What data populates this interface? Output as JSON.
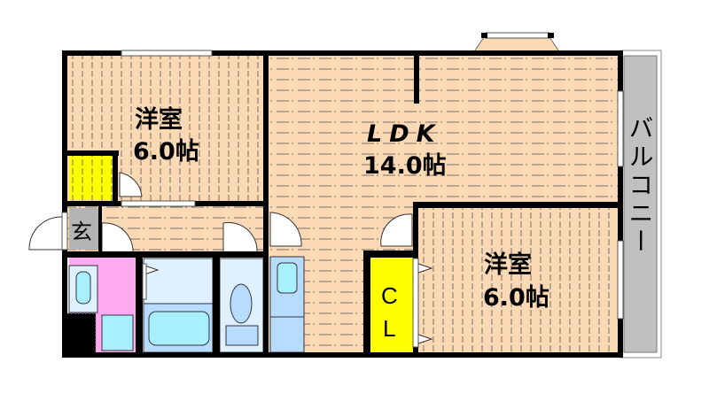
{
  "floor_plan": {
    "rooms": {
      "western_room_1": {
        "name": "洋室",
        "size": "6.0帖"
      },
      "ldk": {
        "name": "LDK",
        "size": "14.0帖"
      },
      "western_room_2": {
        "name": "洋室",
        "size": "6.0帖"
      },
      "entrance": {
        "name": "玄"
      },
      "closet": {
        "line1": "C",
        "line2": "L"
      },
      "balcony": {
        "name": "バルコニー"
      }
    },
    "colors": {
      "floor": "#fcd9b5",
      "closet": "#ffff00",
      "washroom": "#ffaaf0",
      "wet_area": "#dff0ff",
      "fixture": "#a8f0ff",
      "balcony": "#c0c0c0",
      "entrance": "#b4b4b4",
      "wall": "#000000"
    }
  }
}
